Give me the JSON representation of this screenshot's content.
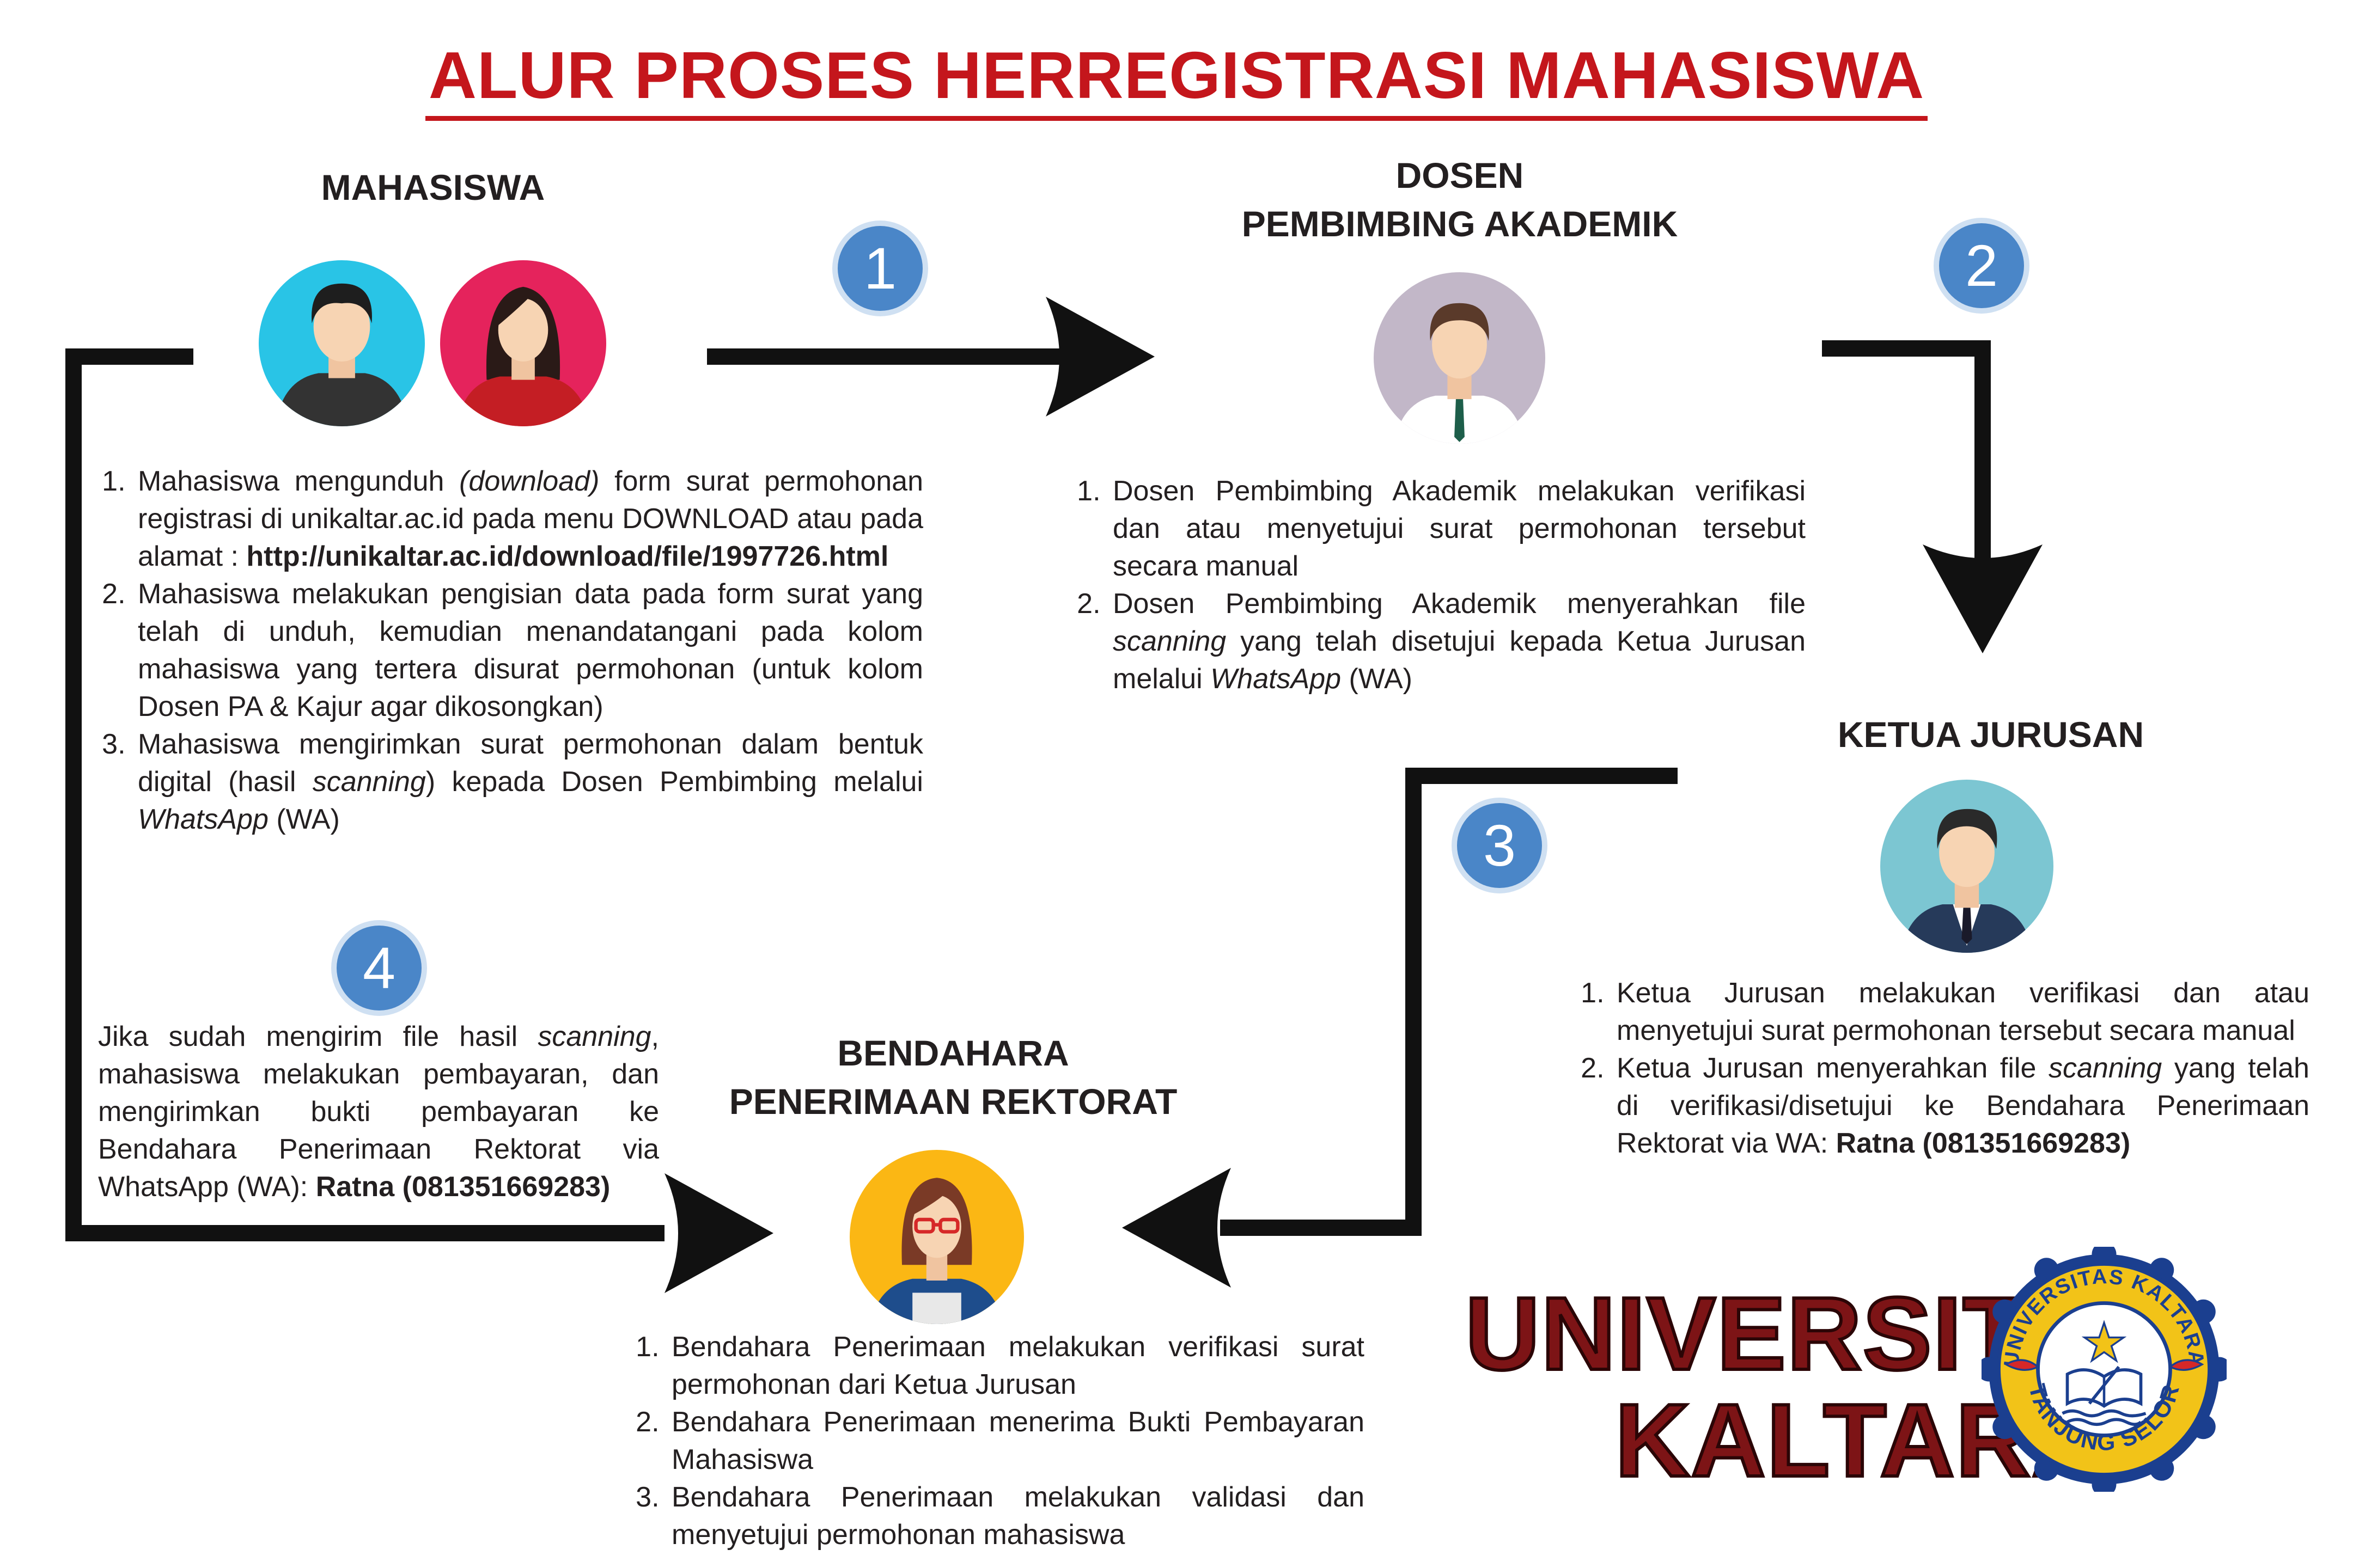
{
  "title": "ALUR PROSES  HERREGISTRASI MAHASISWA",
  "badges": [
    "1",
    "2",
    "3",
    "4"
  ],
  "mahasiswa": {
    "role": "MAHASISWA",
    "steps": [
      {
        "a": "Mahasiswa mengunduh ",
        "a_italic": "(download)",
        "b": " form surat permohonan registrasi di unikaltar.ac.id pada menu DOWNLOAD atau pada alamat : ",
        "link": "http://unikaltar.ac.id/download/file/1997726.html"
      },
      {
        "text": "Mahasiswa melakukan pengisian data pada form surat yang telah di unduh, kemudian menandatangani pada kolom mahasiswa yang tertera disurat permohonan (untuk kolom Dosen PA & Kajur agar dikosongkan)"
      },
      {
        "a": "Mahasiswa mengirimkan surat permohonan dalam bentuk digital (hasil ",
        "a_italic": "scanning",
        "b": ") kepada Dosen Pembimbing melalui ",
        "b_italic": "WhatsApp",
        "c": " (WA)"
      }
    ]
  },
  "dosen": {
    "role_line1": "DOSEN",
    "role_line2": "PEMBIMBING AKADEMIK",
    "steps": [
      {
        "text": "Dosen Pembimbing Akademik melakukan verifikasi dan atau menyetujui surat permohonan tersebut secara manual"
      },
      {
        "a": "Dosen Pembimbing Akademik menyerahkan file ",
        "a_italic": "scanning",
        "b": " yang telah disetujui kepada Ketua Jurusan melalui ",
        "b_italic": "WhatsApp",
        "c": " (WA)"
      }
    ]
  },
  "kajur": {
    "role": "KETUA JURUSAN",
    "steps": [
      {
        "text": "Ketua Jurusan melakukan verifikasi dan atau menyetujui surat permohonan tersebut secara manual"
      },
      {
        "a": "Ketua Jurusan menyerahkan file ",
        "a_italic": "scanning",
        "b": " yang telah di verifikasi/disetujui ke Bendahara Penerimaan Rektorat via WA:  ",
        "contact": "Ratna (081351669283)"
      }
    ]
  },
  "bendahara": {
    "role_line1": "BENDAHARA",
    "role_line2": "PENERIMAAN REKTORAT",
    "steps": [
      {
        "text": "Bendahara Penerimaan melakukan verifikasi surat permohonan dari Ketua Jurusan"
      },
      {
        "text": "Bendahara Penerimaan menerima Bukti Pembayaran Mahasiswa"
      },
      {
        "text": "Bendahara Penerimaan melakukan validasi dan menyetujui permohonan mahasiswa"
      }
    ]
  },
  "step4": {
    "a": "Jika sudah mengirim file hasil ",
    "a_italic": "scanning",
    "b": ", mahasiswa melakukan pembayaran, dan mengirimkan bukti pembayaran ke Bendahara Penerimaan Rektorat via WhatsApp (WA):  ",
    "contact": "Ratna (081351669283)"
  },
  "logo": {
    "word1": "UNIVERSITAS",
    "word2": "KALTARA",
    "seal_top": "UNIVERSITAS KALTARA",
    "seal_bottom": "TANJUNG SELOR"
  },
  "colors": {
    "title_red": "#c4161c",
    "badge_blue": "#4a86c8",
    "logo_maroon": "#7d1416",
    "seal_blue": "#1b3f8f",
    "seal_yellow": "#f2c318"
  }
}
